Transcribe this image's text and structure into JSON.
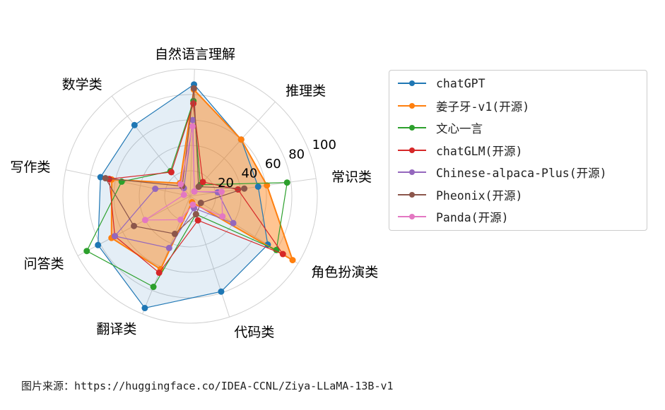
{
  "chart_data": {
    "type": "radar",
    "axes": [
      "常识类",
      "推理类",
      "自然语言理解",
      "数学类",
      "写作类",
      "问答类",
      "翻译类",
      "代码类",
      "角色扮演类"
    ],
    "r_ticks": [
      "20",
      "40",
      "60",
      "80",
      "100"
    ],
    "rlim": [
      0,
      100
    ],
    "grid": true,
    "legend_position": "right",
    "series": [
      {
        "name": "chatGPT",
        "color": "#1f77b4",
        "fill": true,
        "values": [
          54,
          60,
          88,
          71,
          72,
          82,
          95,
          79,
          72
        ]
      },
      {
        "name": "姜子牙-v1(开源)",
        "color": "#ff7f0e",
        "fill": true,
        "values": [
          61,
          60,
          84,
          13,
          63,
          70,
          62,
          5,
          95
        ]
      },
      {
        "name": "文心一言",
        "color": "#2ca02c",
        "fill": false,
        "values": [
          77,
          12,
          75,
          25,
          55,
          92,
          77,
          15,
          80
        ]
      },
      {
        "name": "chatGLM(开源)",
        "color": "#d62728",
        "fill": false,
        "values": [
          38,
          15,
          73,
          24,
          65,
          67,
          65,
          20,
          86
        ]
      },
      {
        "name": "Chinese-alpaca-Plus(开源)",
        "color": "#9467bd",
        "fill": false,
        "values": [
          22,
          5,
          60,
          8,
          28,
          67,
          44,
          10,
          40
        ]
      },
      {
        "name": "Pheonix(开源)",
        "color": "#8c564b",
        "fill": false,
        "values": [
          43,
          10,
          85,
          10,
          68,
          50,
          32,
          15,
          10
        ]
      },
      {
        "name": "Panda(开源)",
        "color": "#e377c2",
        "fill": false,
        "values": [
          25,
          5,
          55,
          12,
          5,
          40,
          20,
          7,
          30
        ]
      }
    ]
  },
  "caption": "图片来源：https://huggingface.co/IDEA-CCNL/Ziya-LLaMA-13B-v1"
}
